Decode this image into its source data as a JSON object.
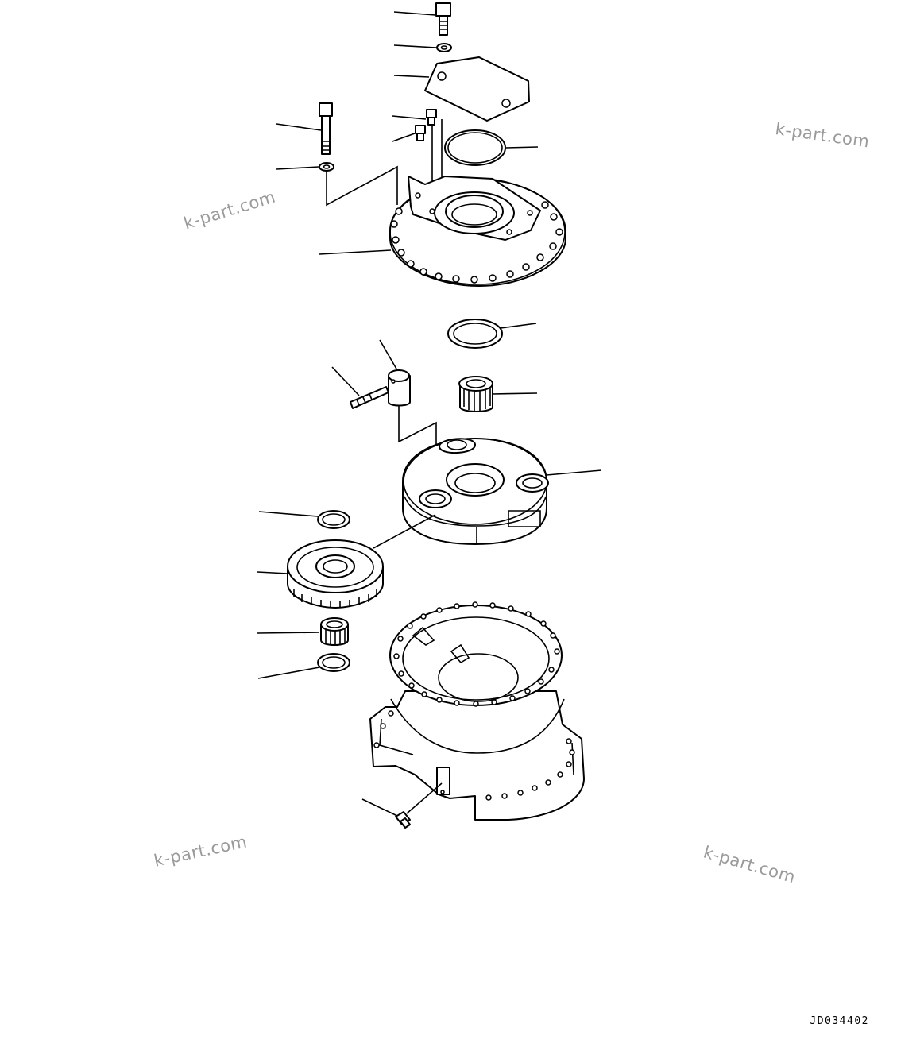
{
  "watermarks": [
    "k-part.com",
    "k-part.com",
    "k-part.com",
    "k-part.com"
  ],
  "drawing_code": "JD034402"
}
